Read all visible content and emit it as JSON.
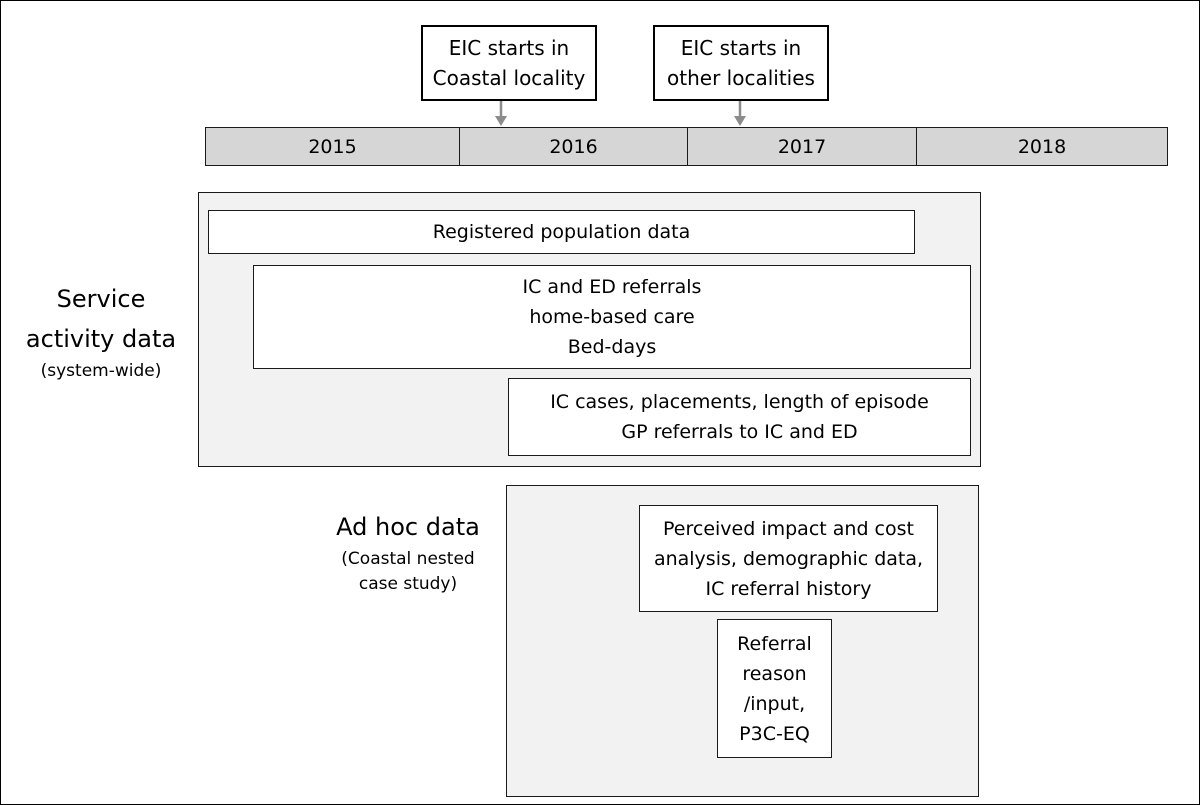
{
  "callouts": {
    "coastal": [
      "EIC starts in",
      "Coastal locality"
    ],
    "other": [
      "EIC starts in",
      "other localities"
    ]
  },
  "timeline": {
    "years": [
      "2015",
      "2016",
      "2017",
      "2018"
    ]
  },
  "service_activity": {
    "label_lines": [
      "Service",
      "activity data"
    ],
    "sublabel": "(system-wide)",
    "boxes": {
      "registered": [
        "Registered population data"
      ],
      "referrals": [
        "IC and ED referrals",
        "home-based care",
        "Bed-days"
      ],
      "cases": [
        "IC cases, placements, length of episode",
        "GP referrals to IC and ED"
      ]
    }
  },
  "ad_hoc": {
    "label": "Ad hoc data",
    "sublabel_lines": [
      "(Coastal nested",
      "case study)"
    ],
    "boxes": {
      "perceived": [
        "Perceived impact and cost",
        "analysis, demographic data,",
        "IC referral history"
      ],
      "referral_reason": [
        "Referral",
        "reason",
        "/input,",
        "P3C-EQ"
      ]
    }
  },
  "colors": {
    "timeline_fill": "#d6d6d6",
    "panel_fill": "#f2f2f2",
    "arrow": "#8c8c8c"
  }
}
